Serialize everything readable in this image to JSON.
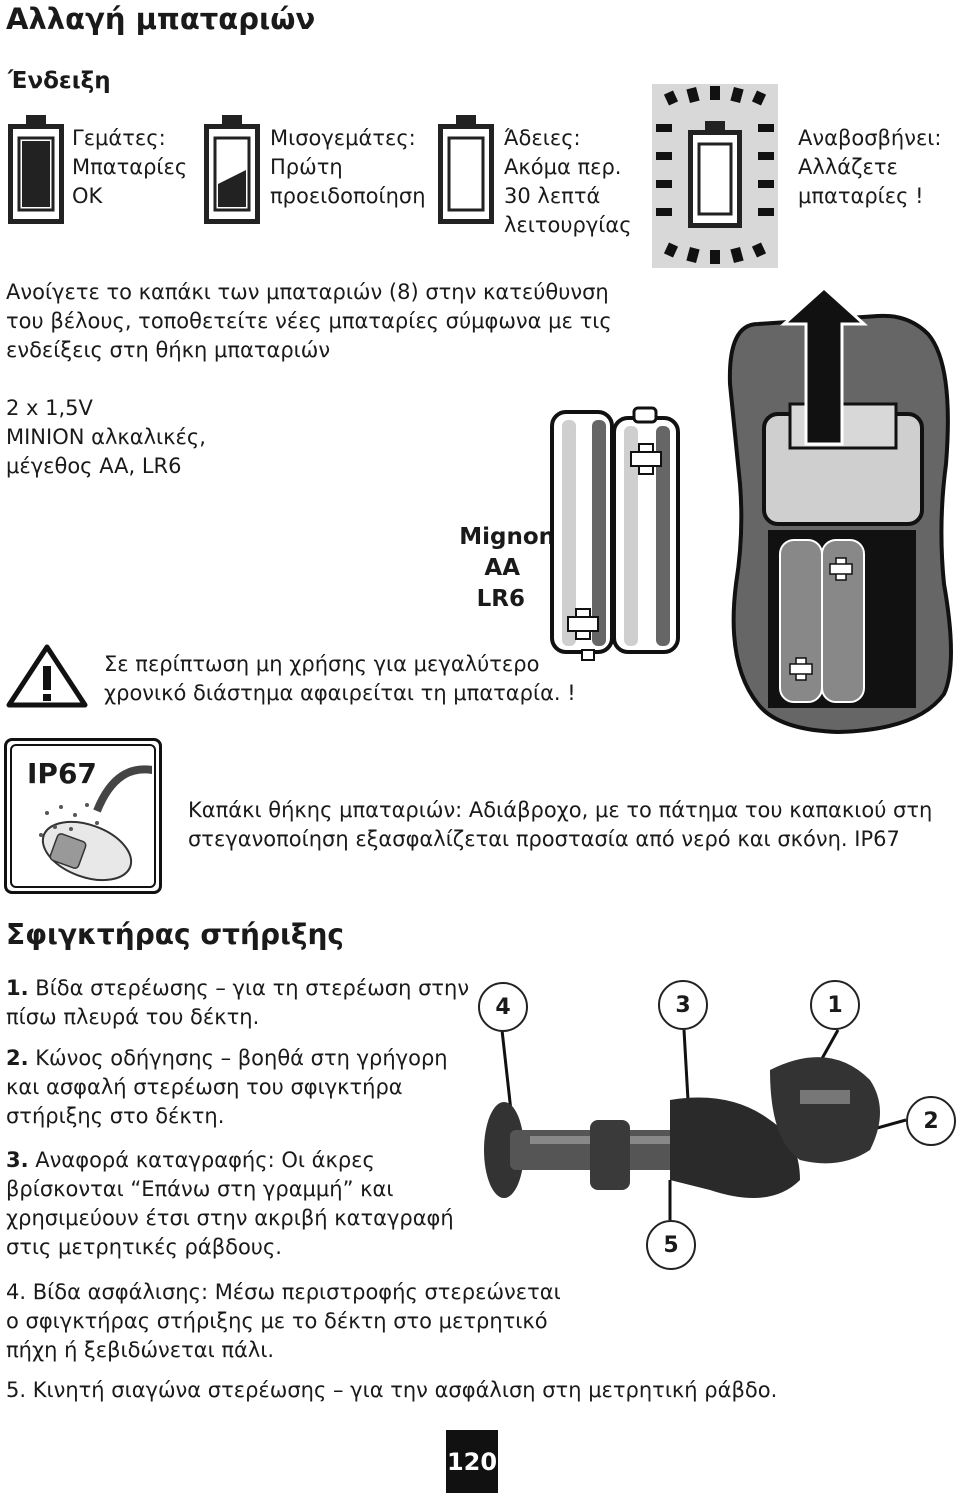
{
  "title": "Αλλαγή μπαταριών",
  "indication": {
    "heading": "Ένδειξη",
    "items": [
      {
        "label": "Γεμάτες:",
        "lines": [
          "Μπαταρίες",
          "OK"
        ]
      },
      {
        "label": "Μισογεμάτες:",
        "lines": [
          "Πρώτη",
          "προειδοποίηση"
        ]
      },
      {
        "label": "Άδειες:",
        "lines": [
          "Ακόμα περ.",
          "30 λεπτά",
          "λειτουργίας"
        ]
      },
      {
        "label": "Αναβοσβήνει:",
        "lines": [
          "Αλλάζετε",
          "μπαταρίες !"
        ]
      }
    ],
    "battery_levels": [
      1.0,
      0.5,
      0.0,
      0.0
    ]
  },
  "instructions": {
    "lines": [
      "Ανοίγετε το καπάκι των μπαταριών (8) στην κατεύθυνση",
      "του βέλους, τοποθετείτε νέες μπαταρίες σύμφωνα με τις",
      "ενδείξεις στη θήκη μπαταριών"
    ]
  },
  "battery_spec": {
    "lines": [
      "2 x 1,5V",
      "MINION  αλκαλικές,",
      "μέγεθος AA, LR6"
    ]
  },
  "mignon": {
    "lines": [
      "Mignon",
      "AA",
      "LR6"
    ]
  },
  "warning": {
    "lines": [
      "Σε περίπτωση μη χρήσης για μεγαλύτερο",
      "χρονικό διάστημα αφαιρείται τη μπαταρία. !"
    ]
  },
  "ip67": {
    "badge": "IP67",
    "lines": [
      "Καπάκι θήκης μπαταριών: Αδιάβροχο, με το πάτημα του καπακιού στη",
      "στεγανοποίηση εξασφαλίζεται προστασία από νερό και σκόνη. IP67"
    ]
  },
  "clamp": {
    "heading": "Σφιγκτήρας στήριξης",
    "items": [
      {
        "num": "1.",
        "lines": [
          "Βίδα στερέωσης – για τη στερέωση στην",
          "πίσω πλευρά του δέκτη."
        ]
      },
      {
        "num": "2.",
        "lines": [
          "Κώνος οδήγησης – βοηθά στη γρήγορη",
          "και ασφαλή στερέωση του σφιγκτήρα",
          "στήριξης στο δέκτη."
        ]
      },
      {
        "num": "3.",
        "lines": [
          "Αναφορά καταγραφής: Οι άκρες",
          "βρίσκονται “Επάνω στη γραμμή” και",
          "χρησιμεύουν έτσι στην ακριβή καταγραφή",
          "στις μετρητικές ράβδους."
        ]
      },
      {
        "num": "4.",
        "lines": [
          "Βίδα ασφάλισης:  Μέσω περιστροφής στερεώνεται",
          "ο σφιγκτήρας στήριξης με το δέκτη στο μετρητικό",
          "πήχη ή ξεβιδώνεται πάλι."
        ]
      },
      {
        "num": "5.",
        "lines": [
          "Κινητή σιαγώνα στερέωσης – για την ασφάλιση στη μετρητική ράβδο."
        ]
      }
    ],
    "callouts": [
      "4",
      "3",
      "1",
      "2",
      "5"
    ]
  },
  "page_number": "120"
}
